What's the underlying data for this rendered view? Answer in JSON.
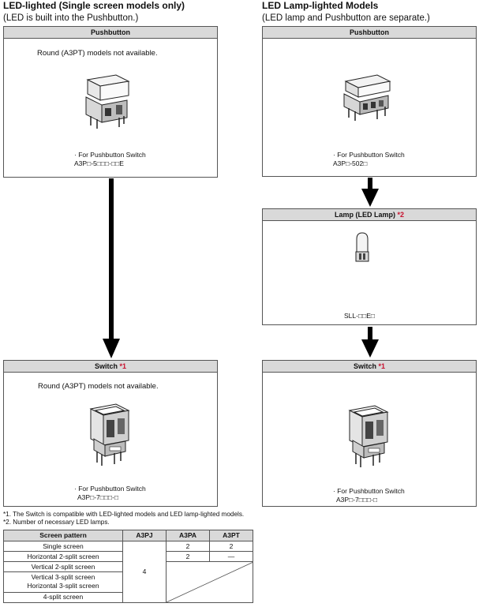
{
  "left": {
    "title": "LED-lighted (Single screen models only)",
    "subtitle": "(LED is built into the Pushbutton.)",
    "pushbutton_box": {
      "header": "Pushbutton",
      "note": "Round (A3PT) models not available.",
      "caption_line1": "· For Pushbutton Switch",
      "caption_line2": "A3P□-5□□□-□□E"
    },
    "switch_box": {
      "header": "Switch",
      "ref": "*1",
      "note": "Round (A3PT) models not available.",
      "caption_line1": "· For Pushbutton Switch",
      "caption_line2": "A3P□-7□□□-□"
    }
  },
  "right": {
    "title": "LED Lamp-lighted Models",
    "subtitle": "(LED lamp and Pushbutton are separate.)",
    "pushbutton_box": {
      "header": "Pushbutton",
      "caption_line1": "· For Pushbutton Switch",
      "caption_line2": "A3P□-502□"
    },
    "lamp_box": {
      "header": "Lamp (LED Lamp)",
      "ref": "*2",
      "caption": "SLL-□□E□"
    },
    "switch_box": {
      "header": "Switch",
      "ref": "*1",
      "caption_line1": "· For Pushbutton Switch",
      "caption_line2": "A3P□-7□□□-□"
    }
  },
  "footnotes": [
    "*1. The Switch is compatible with LED-lighted models and LED lamp-lighted models.",
    "*2. Number of necessary LED lamps."
  ],
  "table": {
    "headers": [
      "Screen pattern",
      "A3PJ",
      "A3PA",
      "A3PT"
    ],
    "rows": [
      {
        "pattern": "Single screen",
        "a3pa": "2",
        "a3pt": "2"
      },
      {
        "pattern": "Horizontal 2-split screen",
        "a3pa": "2",
        "a3pt": "—"
      },
      {
        "pattern": "Vertical 2-split screen"
      },
      {
        "pattern": "Vertical 3-split screen\nHorizontal 3-split screen"
      },
      {
        "pattern": "4-split screen"
      }
    ],
    "a3pj_value": "4"
  },
  "colors": {
    "header_bg": "#d9d9d9",
    "reference_red": "#c8102e",
    "arrow": "#000000"
  }
}
